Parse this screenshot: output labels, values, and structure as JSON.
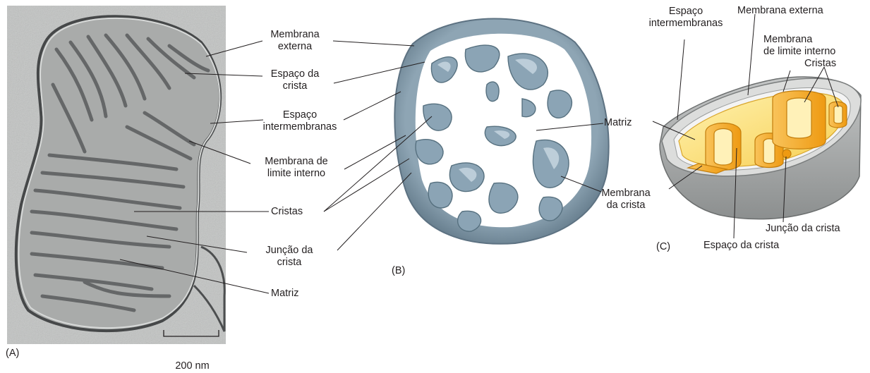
{
  "panel_a": {
    "panel_label": "(A)",
    "scale_bar_label": "200 nm",
    "labels": {
      "outer_membrane": [
        "Membrana",
        "externa"
      ],
      "crista_space": [
        "Espaço da",
        "crista"
      ],
      "intermembrane_space": [
        "Espaço",
        "intermembranas"
      ],
      "inner_boundary_membrane": [
        "Membrana de",
        "limite interno"
      ],
      "cristae": "Cristas",
      "crista_junction": [
        "Junção da",
        "crista"
      ],
      "matrix": "Matriz"
    }
  },
  "panel_b": {
    "panel_label": "(B)",
    "labels": {
      "matrix": "Matriz",
      "crista_membrane": [
        "Membrana",
        "da crista"
      ]
    }
  },
  "panel_c": {
    "panel_label": "(C)",
    "labels": {
      "intermembrane_space": [
        "Espaço",
        "intermembranas"
      ],
      "outer_membrane": "Membrana externa",
      "inner_boundary_membrane": [
        "Membrana",
        "de limite interno"
      ],
      "cristae": "Cristas",
      "crista_junction": "Junção da crista",
      "crista_space": "Espaço da crista"
    }
  },
  "colors": {
    "micrograph_bg": "#c2c4c3",
    "membrane_dark": "#4a4c4d",
    "model_blue": "#7f9aac",
    "model_blue_light": "#b9ccd8",
    "shell_gray": "#9ea0a0",
    "inner_yellow": "#fbe07a",
    "crista_orange": "#f3a623",
    "leader_line": "#231f20"
  }
}
